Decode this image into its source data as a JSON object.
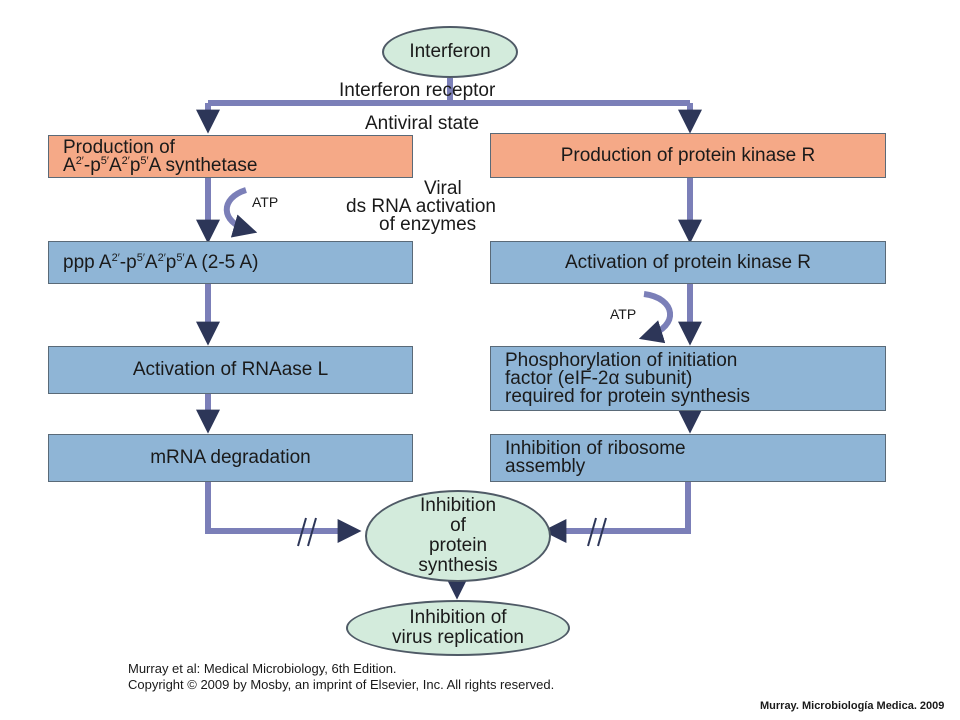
{
  "diagram": {
    "start": "Interferon",
    "receptor": "Interferon receptor",
    "antiviral_state": "Antiviral state",
    "viral_note": [
      "Viral",
      "ds RNA activation",
      "of enzymes"
    ],
    "atp_label": "ATP",
    "left_branch": {
      "step1": {
        "line1": "Production of",
        "line2_parts": [
          "A",
          "2′",
          "-p",
          "5′",
          "A",
          "2′",
          "p",
          "5′",
          "A synthetase"
        ]
      },
      "step2_parts": [
        "ppp A",
        "2′",
        "-p",
        "5′",
        "A",
        "2′",
        "p",
        "5′",
        "A (2-5 A)"
      ],
      "step3": "Activation of RNAase L",
      "step4": "mRNA degradation"
    },
    "right_branch": {
      "step1": "Production of protein kinase R",
      "step2": "Activation of protein kinase R",
      "step3": [
        "Phosphorylation of initiation",
        "factor (eIF-2α subunit)",
        "required for protein synthesis"
      ],
      "step4": [
        "Inhibition of ribosome",
        "assembly"
      ]
    },
    "merge": [
      "Inhibition",
      "of",
      "protein",
      "synthesis"
    ],
    "end": [
      "Inhibition of",
      "virus replication"
    ]
  },
  "credits": {
    "line1": "Murray et al: Medical Microbiology, 6th Edition.",
    "line2": "Copyright © 2009 by Mosby, an imprint of Elsevier, Inc. All rights reserved."
  },
  "source": "Murray. Microbiología Medica. 2009",
  "colors": {
    "blue_box": "#8fb5d6",
    "salmon_box": "#f5a987",
    "oval": "#d3ebdc",
    "arrow": "#7b7fb8"
  }
}
